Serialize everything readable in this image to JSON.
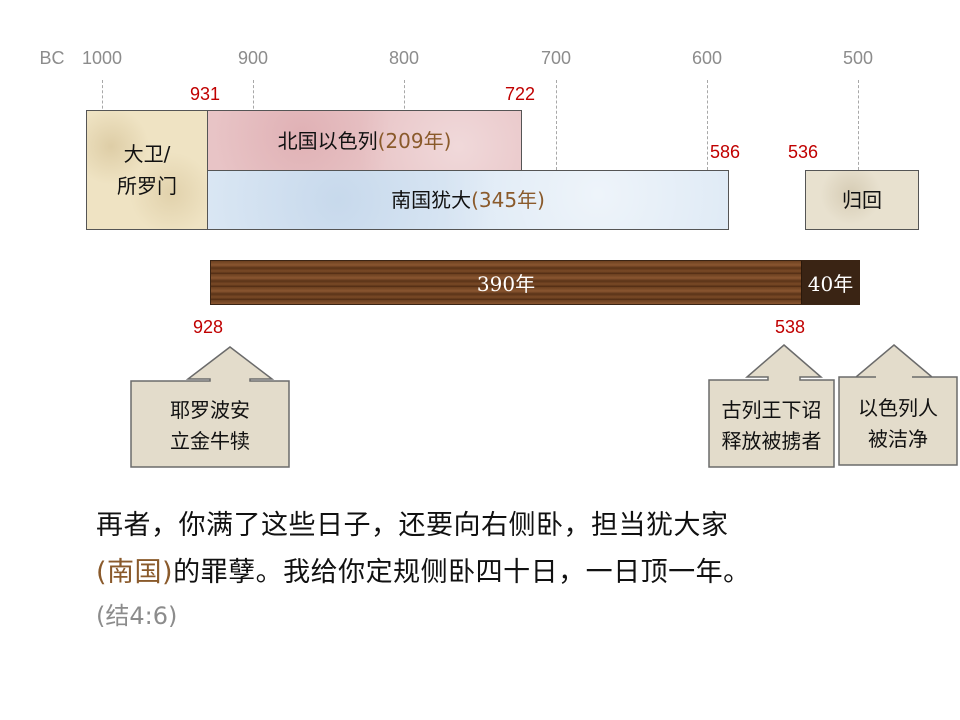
{
  "axis": {
    "prefix": "BC",
    "ticks": [
      "1000",
      "900",
      "800",
      "700",
      "600",
      "500"
    ]
  },
  "markers": {
    "m931": "931",
    "m722": "722",
    "m586": "586",
    "m536": "536",
    "m928": "928",
    "m538": "538"
  },
  "periods": {
    "david_line1": "大卫/",
    "david_line2": "所罗门",
    "north_name": "北国以色列",
    "north_years": "(209年)",
    "south_name": "南国犹大",
    "south_years": "(345年)",
    "return_label": "归回"
  },
  "bar": {
    "long_label": "390年",
    "short_label": "40年"
  },
  "callouts": {
    "jeroboam_line1": "耶罗波安",
    "jeroboam_line2": "立金牛犊",
    "cyrus_line1": "古列王下诏",
    "cyrus_line2": "释放被掳者",
    "israel_line1": "以色列人",
    "israel_line2": "被洁净"
  },
  "verse": {
    "line1": "再者，你满了这些日子，还要向右侧卧，担当犹大家",
    "line2_paren": "(南国)",
    "line2_rest": "的罪孽。我给你定规侧卧四十日，一日顶一年。",
    "reference": "(结4:6)"
  },
  "colors": {
    "marker_red": "#c00000",
    "axis_gray": "#8c8c8c",
    "paren_brown": "#8a5a2b",
    "wood_dark": "#3a2414",
    "callout_fill": "#e3dccb"
  }
}
